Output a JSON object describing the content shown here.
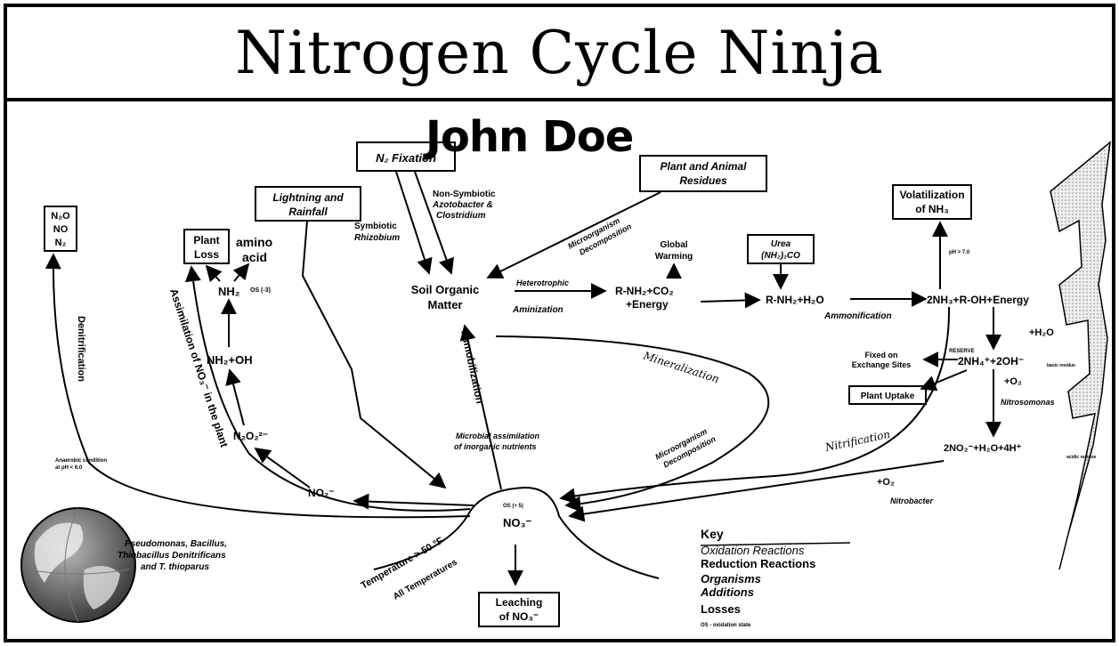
{
  "title": "Nitrogen Cycle Ninja",
  "author": "John Doe",
  "boxes": {
    "n2_fixation": "N₂ Fixation",
    "plant_animal_residues_1": "Plant and Animal",
    "plant_animal_residues_2": "Residues",
    "lightning_1": "Lightning and",
    "lightning_2": "Rainfall",
    "plant_loss_1": "Plant",
    "plant_loss_2": "Loss",
    "gases_1": "N₂O",
    "gases_2": "NO",
    "gases_3": "N₂",
    "volatilization_1": "Volatilization",
    "volatilization_2": "of NH₃",
    "urea_1": "Urea",
    "urea_2": "(NH₂)₂CO",
    "plant_uptake": "Plant Uptake",
    "leaching_1": "Leaching",
    "leaching_2": "of NO₃⁻"
  },
  "labels": {
    "non_symbiotic": "Non-Symbiotic",
    "azotobacter": "Azotobacter &",
    "clostridium": "Clostridium",
    "symbiotic": "Symbiotic",
    "rhizobium": "Rhizobium",
    "microorganism_decomposition_top_1": "Microorganism",
    "microorganism_decomposition_top_2": "Decomposition",
    "global_warming_1": "Global",
    "global_warming_2": "Warming",
    "amino_acid_1": "amino",
    "amino_acid_2": "acid",
    "nh2": "NH₂",
    "os_minus3": "OS (-3)",
    "soil_organic_1": "Soil Organic",
    "soil_organic_2": "Matter",
    "heterotrophic": "Heterotrophic",
    "aminization": "Aminization",
    "rnh2_1": "R-NH₂+CO₂",
    "rnh2_2": "+Energy",
    "roh_eq": "R-NH₂+H₂O",
    "ammonification": "Ammonification",
    "nh3_eq": "2NH₃+R-OH+Energy",
    "ph_gt7": "pH > 7.0",
    "h2o": "+H₂O",
    "reserve": "RESERVE",
    "fixed_exchange_1": "Fixed on",
    "fixed_exchange_2": "Exchange Sites",
    "nh4_eq": "2NH₄⁺+2OH⁻",
    "basic_residue": "basic residue",
    "o2_top": "+O₂",
    "nitrosomonas": "Nitrosomonas",
    "no2_eq": "2NO₂⁻+H₂O+4H⁺",
    "acidic_residue": "acidic residue",
    "o2_bottom": "+O₂",
    "nitrobacter": "Nitrobacter",
    "nitrification": "Nitrification",
    "denitrification": "Denitrification",
    "anaerobic_1": "Anaerobic condition",
    "anaerobic_2": "at pH < 6.0",
    "assimilation_plant": "Assimilation of NO₃⁻ in the plant",
    "nh2oh": "NH₂+OH",
    "n2o2": "N₂O₂²⁻",
    "no2": "NO₂⁻",
    "immobilization": "Immobilization",
    "mineralization": "Mineralization",
    "microbial_assim_1": "Microbial assimilation",
    "microbial_assim_2": "of inorganic nutrients",
    "microorganism_decomposition_bottom_1": "Microorganism",
    "microorganism_decomposition_bottom_2": "Decomposition",
    "os_plus5": "OS (+ 5)",
    "no3": "NO₃⁻",
    "pseudomonas_1": "Pseudomonas, Bacillus,",
    "pseudomonas_2": "Thiobacillus Denitrificans",
    "pseudomonas_3": "and T. thioparus",
    "temp_gt": "Temperature > 50 °F",
    "all_temp": "All Temperatures"
  },
  "key": {
    "heading": "Key",
    "oxidation": "Oxidation Reactions",
    "reduction": "Reduction Reactions",
    "organisms": "Organisms",
    "additions": "Additions",
    "losses": "Losses",
    "os_note": "OS - oxidation state"
  },
  "icons": {
    "globe": "globe-icon",
    "lightning": "lightning-bolt-icon"
  }
}
